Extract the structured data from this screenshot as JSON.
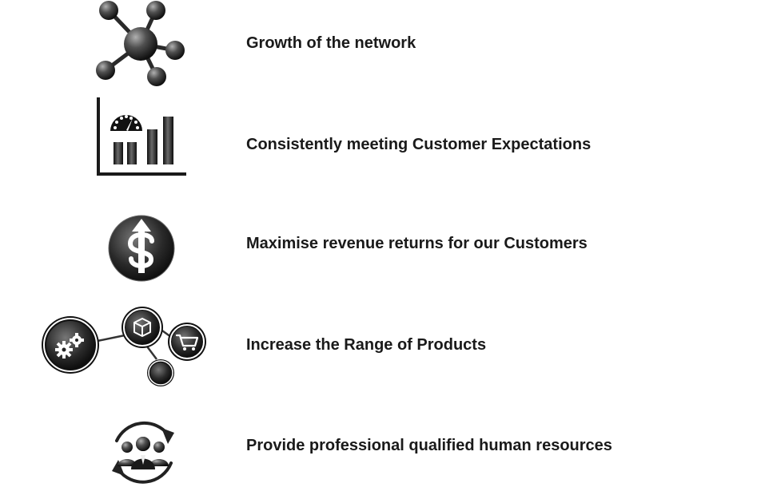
{
  "items": [
    {
      "text": "Growth of the network",
      "icon": "network-icon"
    },
    {
      "text": "Consistently meeting Customer Expectations",
      "icon": "performance-chart-icon"
    },
    {
      "text": "Maximise revenue returns for our Customers",
      "icon": "dollar-growth-icon"
    },
    {
      "text": "Increase the Range of Products",
      "icon": "product-chain-icon"
    },
    {
      "text": "Provide professional qualified human resources",
      "icon": "team-cycle-icon"
    }
  ],
  "colors": {
    "text": "#1a1a1a",
    "icon_dark": "#1c1c1c",
    "icon_mid": "#5a5a5a",
    "icon_light": "#9a9a9a"
  }
}
